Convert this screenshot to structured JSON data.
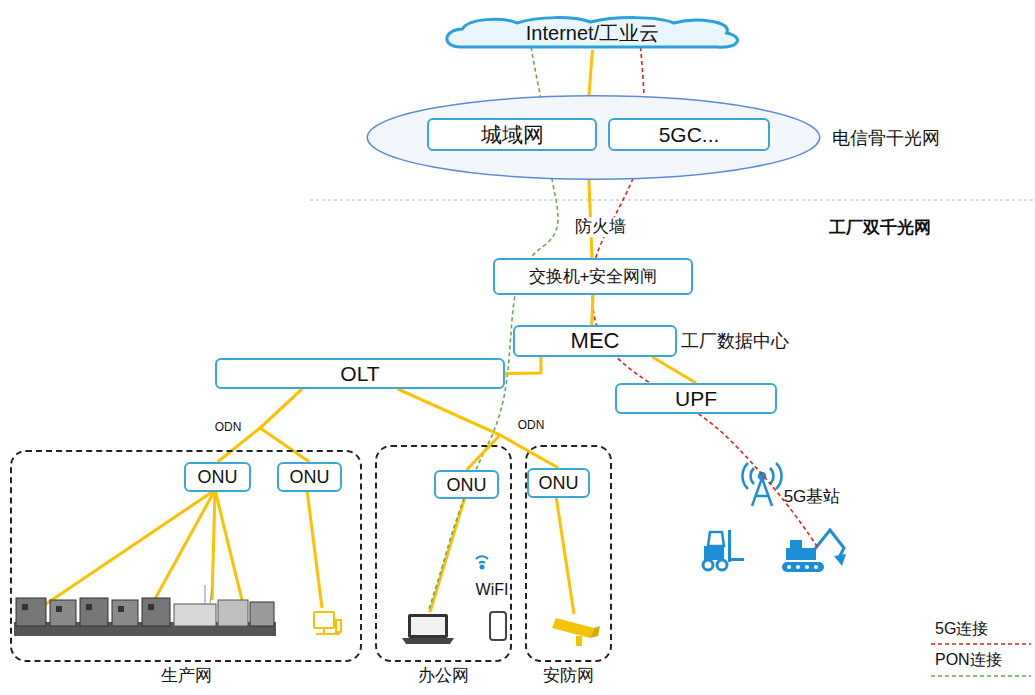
{
  "diagram": {
    "nodes": [
      {
        "text": [
          "Internet/工业云"
        ]
      },
      {
        "text": [
          "电信骨干光网"
        ]
      },
      {
        "text": [
          "城域网"
        ],
        "in": 1
      },
      {
        "text": [
          "5GC..."
        ],
        "in": 1
      },
      {
        "text": [
          "交换机+安全网闸"
        ]
      },
      {
        "text": [
          "MEC",
          "工厂数据中心"
        ]
      },
      {
        "text": [
          "OLT"
        ]
      },
      {
        "text": [
          "UPF"
        ]
      },
      {
        "text": [
          "生产网"
        ]
      },
      {
        "text": [
          "ONU"
        ],
        "in": 8
      },
      {
        "text": [
          "ONU"
        ],
        "in": 8
      },
      {
        "text": [
          "办公网"
        ]
      },
      {
        "text": [
          "ONU"
        ],
        "in": 11
      },
      {
        "text": [
          "安防网"
        ]
      },
      {
        "text": [
          "ONU"
        ],
        "in": 13
      }
    ],
    "edges": [
      {
        "from": 0,
        "to": 1,
        "arrow": "none"
      },
      {
        "from": 1,
        "to": 4,
        "label": "防火墙",
        "arrow": "none"
      },
      {
        "from": 4,
        "to": 5,
        "arrow": "none"
      },
      {
        "from": 5,
        "to": 6,
        "arrow": "none"
      },
      {
        "from": 5,
        "to": 7,
        "arrow": "none"
      },
      {
        "from": 6,
        "to": 9,
        "arrow": "none"
      },
      {
        "from": 6,
        "to": 10,
        "arrow": "none"
      },
      {
        "from": 6,
        "to": 12,
        "arrow": "none"
      },
      {
        "from": 6,
        "to": 14,
        "arrow": "none"
      }
    ],
    "labels": [
      "工厂双千光网",
      "ODN",
      "ODN",
      "5G基站",
      "WiFI"
    ],
    "legend": [
      {
        "text": "5G连接"
      },
      {
        "text": "PON连接"
      }
    ]
  }
}
